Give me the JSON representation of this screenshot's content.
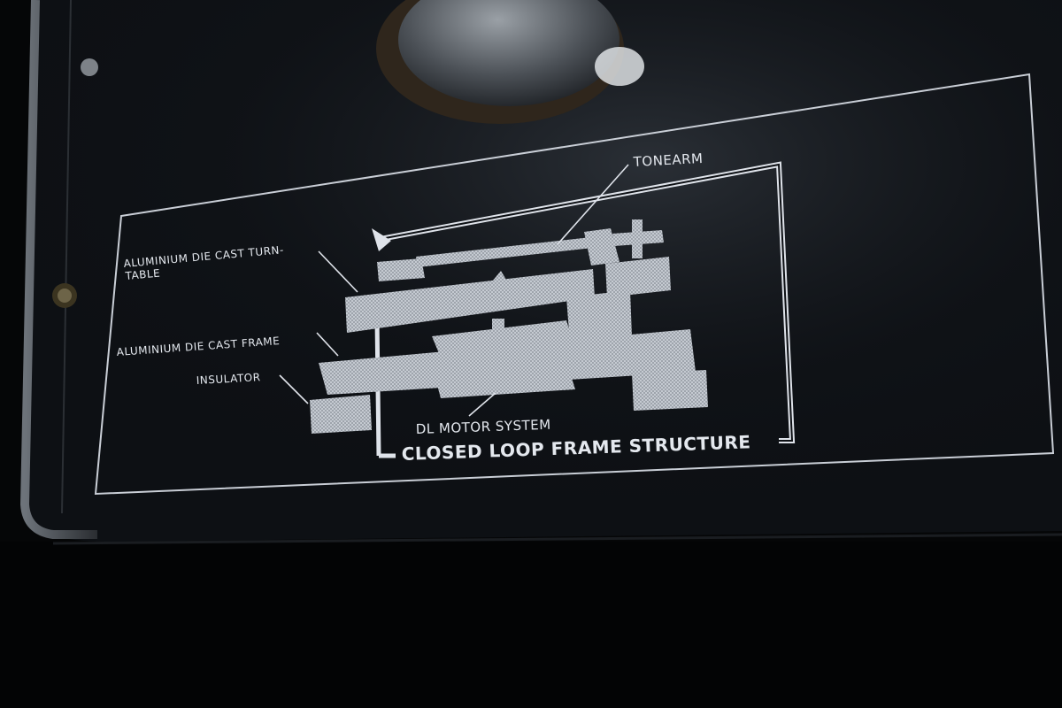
{
  "plate": {
    "labels": {
      "tonearm": "TONEARM",
      "turntable_line1": "ALUMINIUM DIE CAST TURN-",
      "turntable_line2": "TABLE",
      "frame": "ALUMINIUM DIE CAST FRAME",
      "insulator": "INSULATOR",
      "motor": "DL MOTOR SYSTEM",
      "structure": "CLOSED LOOP FRAME STRUCTURE"
    }
  },
  "colors": {
    "panel": "#0c0e12",
    "print": "#dfe3ea",
    "base": "#030405"
  }
}
